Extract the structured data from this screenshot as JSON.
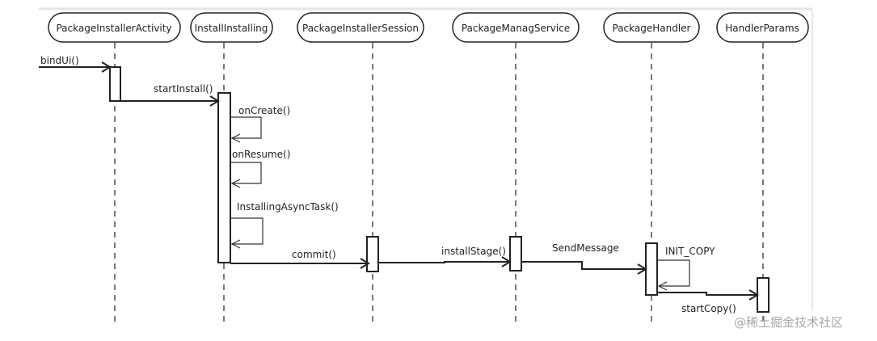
{
  "participants": [
    "PackageInstallerActivity",
    "InstallInstalling",
    "PackageInstallerSession",
    "PackageManagService",
    "PackageHandler",
    "HandlerParams"
  ],
  "messages": [
    "bindUi()",
    "startInstall()",
    "onCreate()",
    "onResume()",
    "InstallingAsyncTask()",
    "commit()",
    "installStage()",
    "SendMessage",
    "INIT_COPY",
    "startCopy()"
  ],
  "watermark": "@稀土掘金技术社区"
}
